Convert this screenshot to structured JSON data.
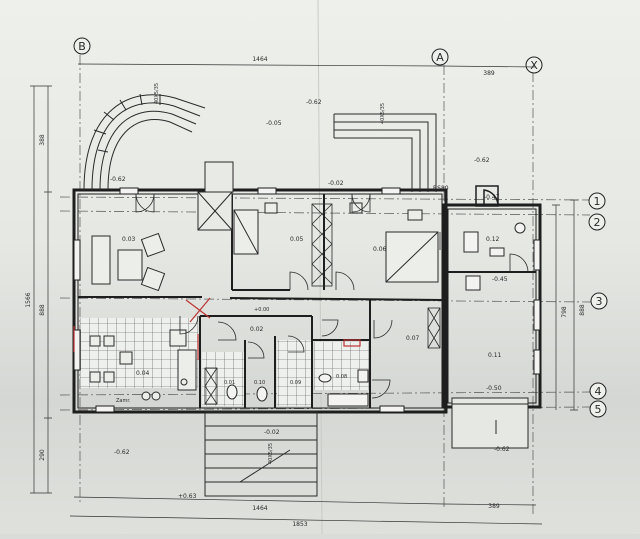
{
  "grid": {
    "letters": [
      "B",
      "A",
      "X"
    ],
    "numbers": [
      "1",
      "2",
      "3",
      "4",
      "5"
    ]
  },
  "dimensions": {
    "top_main": "1464",
    "top_right": "389",
    "bottom_main": "1464",
    "bottom_right": "389",
    "bottom_total": "1853",
    "left_total": "1566",
    "left_upper": "388",
    "left_mid": "888",
    "left_lower": "290",
    "right_a": "798",
    "right_b": "888"
  },
  "elevations": {
    "e1": "-0.62",
    "e2": "-0.05",
    "e3": "-0.62",
    "e4": "-0.02",
    "e5": "-0.47",
    "e6": "-0.62",
    "e7": "-0.45",
    "e8": "-0.50",
    "e9": "-0.02",
    "e10": "-0.62",
    "e11": "-0.62",
    "e12": "+0.63",
    "e13": "+0.00"
  },
  "rooms": {
    "r03": "0.03",
    "r05": "0.05",
    "r06": "0.06",
    "r12": "0.12",
    "r02": "0.02",
    "r04": "0.04",
    "r07": "0.07",
    "r11": "0.11",
    "r01": "0.01",
    "r10": "0.10",
    "r09": "0.09",
    "r08": "0.08"
  },
  "stairs": {
    "s1": "40X5/35",
    "s2": "40X5/35",
    "s3": "40X5/35"
  },
  "labels": {
    "rs": "RS80",
    "zamr": "Zamr."
  }
}
